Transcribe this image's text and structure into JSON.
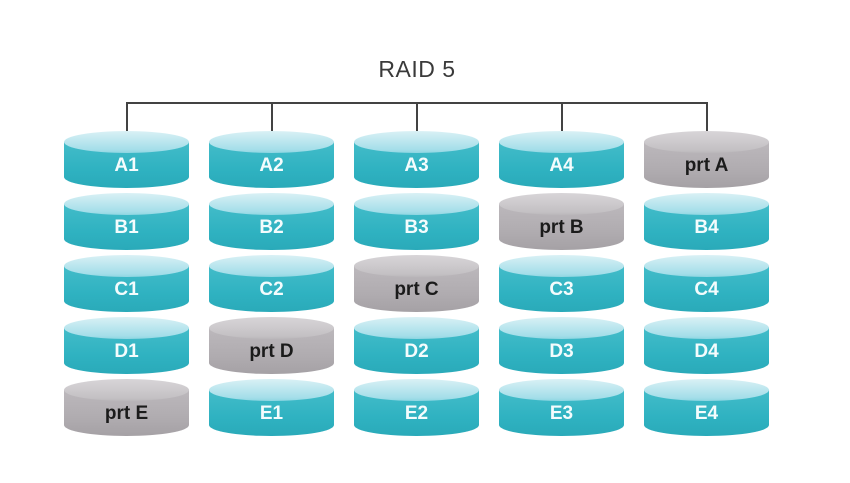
{
  "title": "RAID 5",
  "colors": {
    "title_color": "#3a3a3a",
    "connector_color": "#434343",
    "data_body": "#2fb2c1",
    "data_body_light": "#43bcc9",
    "data_top": "#a4dee9",
    "data_label": "#f4fcfd",
    "parity_body": "#b0acb0",
    "parity_body_light": "#bcb8bc",
    "parity_top": "#c6c3c6",
    "parity_label": "#1b1b1b"
  },
  "columns": [
    {
      "blocks": [
        {
          "label": "A1",
          "type": "data"
        },
        {
          "label": "B1",
          "type": "data"
        },
        {
          "label": "C1",
          "type": "data"
        },
        {
          "label": "D1",
          "type": "data"
        },
        {
          "label": "prt E",
          "type": "parity"
        }
      ]
    },
    {
      "blocks": [
        {
          "label": "A2",
          "type": "data"
        },
        {
          "label": "B2",
          "type": "data"
        },
        {
          "label": "C2",
          "type": "data"
        },
        {
          "label": "prt D",
          "type": "parity"
        },
        {
          "label": "E1",
          "type": "data"
        }
      ]
    },
    {
      "blocks": [
        {
          "label": "A3",
          "type": "data"
        },
        {
          "label": "B3",
          "type": "data"
        },
        {
          "label": "prt C",
          "type": "parity"
        },
        {
          "label": "D2",
          "type": "data"
        },
        {
          "label": "E2",
          "type": "data"
        }
      ]
    },
    {
      "blocks": [
        {
          "label": "A4",
          "type": "data"
        },
        {
          "label": "prt B",
          "type": "parity"
        },
        {
          "label": "C3",
          "type": "data"
        },
        {
          "label": "D3",
          "type": "data"
        },
        {
          "label": "E3",
          "type": "data"
        }
      ]
    },
    {
      "blocks": [
        {
          "label": "prt A",
          "type": "parity"
        },
        {
          "label": "B4",
          "type": "data"
        },
        {
          "label": "C4",
          "type": "data"
        },
        {
          "label": "D4",
          "type": "data"
        },
        {
          "label": "E4",
          "type": "data"
        }
      ]
    }
  ],
  "connector": {
    "drop_x": [
      126,
      271,
      416,
      561,
      706
    ]
  }
}
